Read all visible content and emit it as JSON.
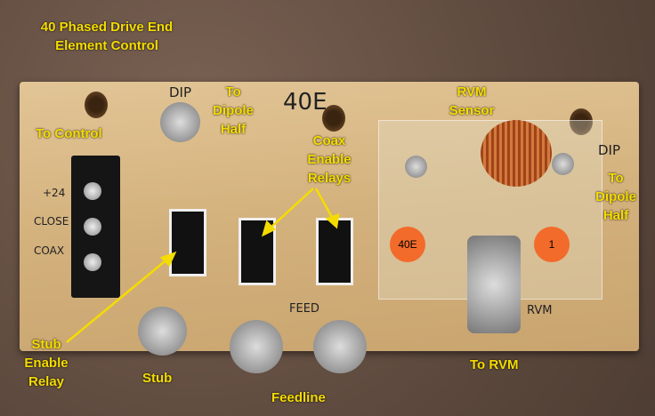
{
  "labels": {
    "title_line1": "40 Phased Drive End",
    "title_line2": "Element Control",
    "to_control": "To Control",
    "to_dipole_left": [
      "To",
      "Dipole",
      "Half"
    ],
    "coax_relays": [
      "Coax",
      "Enable",
      "Relays"
    ],
    "rvm_sensor": [
      "RVM",
      "Sensor"
    ],
    "to_dipole_right": [
      "To",
      "Dipole",
      "Half"
    ],
    "stub_relay": [
      "Stub",
      "Enable",
      "Relay"
    ],
    "stub": "Stub",
    "feedline": "Feedline",
    "to_rvm": "To RVM"
  },
  "board_markings": {
    "dip_left": "DIP",
    "forty_e": "40E",
    "dip_right": "DIP",
    "plus24": "+24",
    "close": "CLOSE",
    "coax": "COAX",
    "feed": "FEED",
    "rvm": "RVM",
    "tag_left": "40E",
    "tag_right": "1"
  },
  "colors": {
    "label": "#f5dc00",
    "arrow": "#f5dc00",
    "board": "#d9b98a",
    "carpet": "#6b5446"
  }
}
